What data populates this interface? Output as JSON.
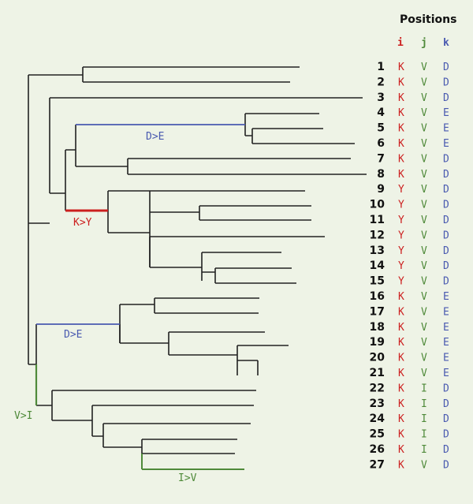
{
  "header": {
    "title": "Positions",
    "columns": [
      "i",
      "j",
      "k"
    ]
  },
  "rows": [
    {
      "n": "1",
      "i": "K",
      "j": "V",
      "k": "D"
    },
    {
      "n": "2",
      "i": "K",
      "j": "V",
      "k": "D"
    },
    {
      "n": "3",
      "i": "K",
      "j": "V",
      "k": "D"
    },
    {
      "n": "4",
      "i": "K",
      "j": "V",
      "k": "E"
    },
    {
      "n": "5",
      "i": "K",
      "j": "V",
      "k": "E"
    },
    {
      "n": "6",
      "i": "K",
      "j": "V",
      "k": "E"
    },
    {
      "n": "7",
      "i": "K",
      "j": "V",
      "k": "D"
    },
    {
      "n": "8",
      "i": "K",
      "j": "V",
      "k": "D"
    },
    {
      "n": "9",
      "i": "Y",
      "j": "V",
      "k": "D"
    },
    {
      "n": "10",
      "i": "Y",
      "j": "V",
      "k": "D"
    },
    {
      "n": "11",
      "i": "Y",
      "j": "V",
      "k": "D"
    },
    {
      "n": "12",
      "i": "Y",
      "j": "V",
      "k": "D"
    },
    {
      "n": "13",
      "i": "Y",
      "j": "V",
      "k": "D"
    },
    {
      "n": "14",
      "i": "Y",
      "j": "V",
      "k": "D"
    },
    {
      "n": "15",
      "i": "Y",
      "j": "V",
      "k": "D"
    },
    {
      "n": "16",
      "i": "K",
      "j": "V",
      "k": "E"
    },
    {
      "n": "17",
      "i": "K",
      "j": "V",
      "k": "E"
    },
    {
      "n": "18",
      "i": "K",
      "j": "V",
      "k": "E"
    },
    {
      "n": "19",
      "i": "K",
      "j": "V",
      "k": "E"
    },
    {
      "n": "20",
      "i": "K",
      "j": "V",
      "k": "E"
    },
    {
      "n": "21",
      "i": "K",
      "j": "V",
      "k": "E"
    },
    {
      "n": "22",
      "i": "K",
      "j": "I",
      "k": "D"
    },
    {
      "n": "23",
      "i": "K",
      "j": "I",
      "k": "D"
    },
    {
      "n": "24",
      "i": "K",
      "j": "I",
      "k": "D"
    },
    {
      "n": "25",
      "i": "K",
      "j": "I",
      "k": "D"
    },
    {
      "n": "26",
      "i": "K",
      "j": "I",
      "k": "D"
    },
    {
      "n": "27",
      "i": "K",
      "j": "V",
      "k": "D"
    }
  ],
  "mutations": {
    "d_e_top": "D>E",
    "k_y": "K>Y",
    "d_e_bottom": "D>E",
    "v_i": "V>I",
    "i_v": "I>V"
  },
  "colors": {
    "background": "#eef3e6",
    "branch": "#222222",
    "red": "#cc1f1f",
    "green": "#4f8a3a",
    "blue": "#4a5ab0"
  }
}
